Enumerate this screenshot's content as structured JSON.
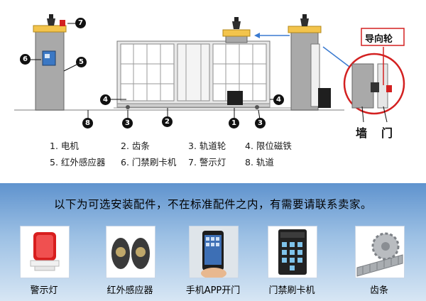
{
  "callouts": [
    "1",
    "2",
    "3",
    "4",
    "5",
    "6",
    "7",
    "8"
  ],
  "labels": {
    "guide_wheel": "导向轮",
    "wall": "墙",
    "door": "门"
  },
  "legend": [
    {
      "num": "1.",
      "text": "电机"
    },
    {
      "num": "2.",
      "text": "齿条"
    },
    {
      "num": "3.",
      "text": "轨道轮"
    },
    {
      "num": "4.",
      "text": "限位磁铁"
    },
    {
      "num": "5.",
      "text": "红外感应器"
    },
    {
      "num": "6.",
      "text": "门禁刷卡机"
    },
    {
      "num": "7.",
      "text": "警示灯"
    },
    {
      "num": "8.",
      "text": "轨道"
    }
  ],
  "notice": "以下为可选安装配件，不在标准配件之内，有需要请联系卖家。",
  "accessories": [
    "警示灯",
    "红外感应器",
    "手机APP开门",
    "门禁刷卡机",
    "齿条"
  ],
  "colors": {
    "callout": "#111111",
    "accent_red": "#d32020",
    "panel_top": "#5f93ce",
    "arrow_blue": "#3a7ad0"
  }
}
